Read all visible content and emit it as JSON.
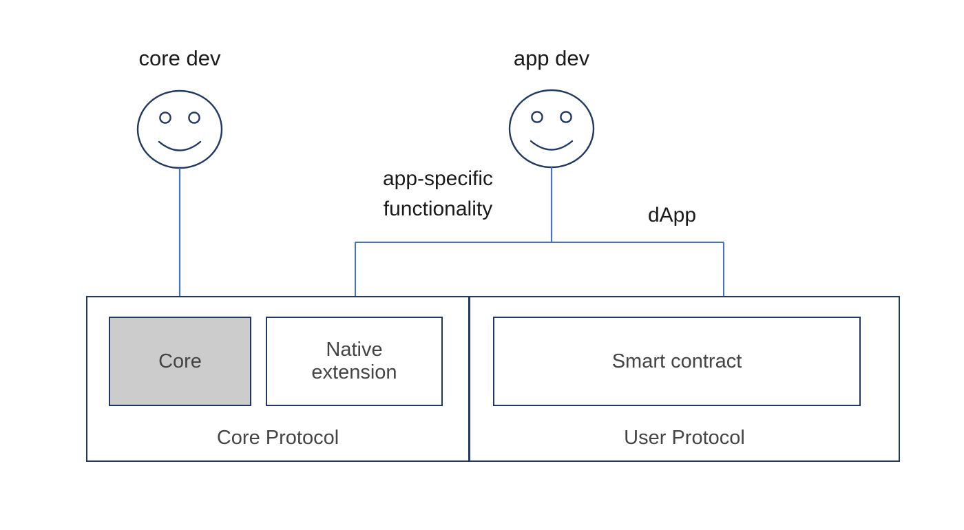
{
  "diagram": {
    "title": "",
    "background": "#ffffff",
    "colors": {
      "box_border": "#1f3864",
      "arrow": "#4472c4",
      "face_stroke": "#1f3864",
      "core_fill": "#cccccc",
      "panel_fill": "#ffffff",
      "label_text": "#1a1a1a",
      "box_text": "#444444"
    },
    "actors": [
      {
        "id": "core-dev",
        "label": "core dev",
        "icon": "smiley-face-icon"
      },
      {
        "id": "app-dev",
        "label": "app dev",
        "icon": "smiley-face-icon"
      }
    ],
    "edge_labels": [
      {
        "id": "app-specific",
        "line1": "app-specific",
        "line2": "functionality"
      },
      {
        "id": "dapp",
        "line1": "dApp",
        "line2": ""
      }
    ],
    "panels": [
      {
        "id": "core-protocol",
        "label": "Core Protocol",
        "boxes": [
          {
            "id": "core",
            "label": "Core",
            "filled": true
          },
          {
            "id": "native-extension",
            "label": "Native\nextension",
            "line1": "Native",
            "line2": "extension",
            "filled": false
          }
        ]
      },
      {
        "id": "user-protocol",
        "label": "User Protocol",
        "boxes": [
          {
            "id": "smart-contract",
            "label": "Smart contract",
            "filled": false
          }
        ]
      }
    ]
  }
}
